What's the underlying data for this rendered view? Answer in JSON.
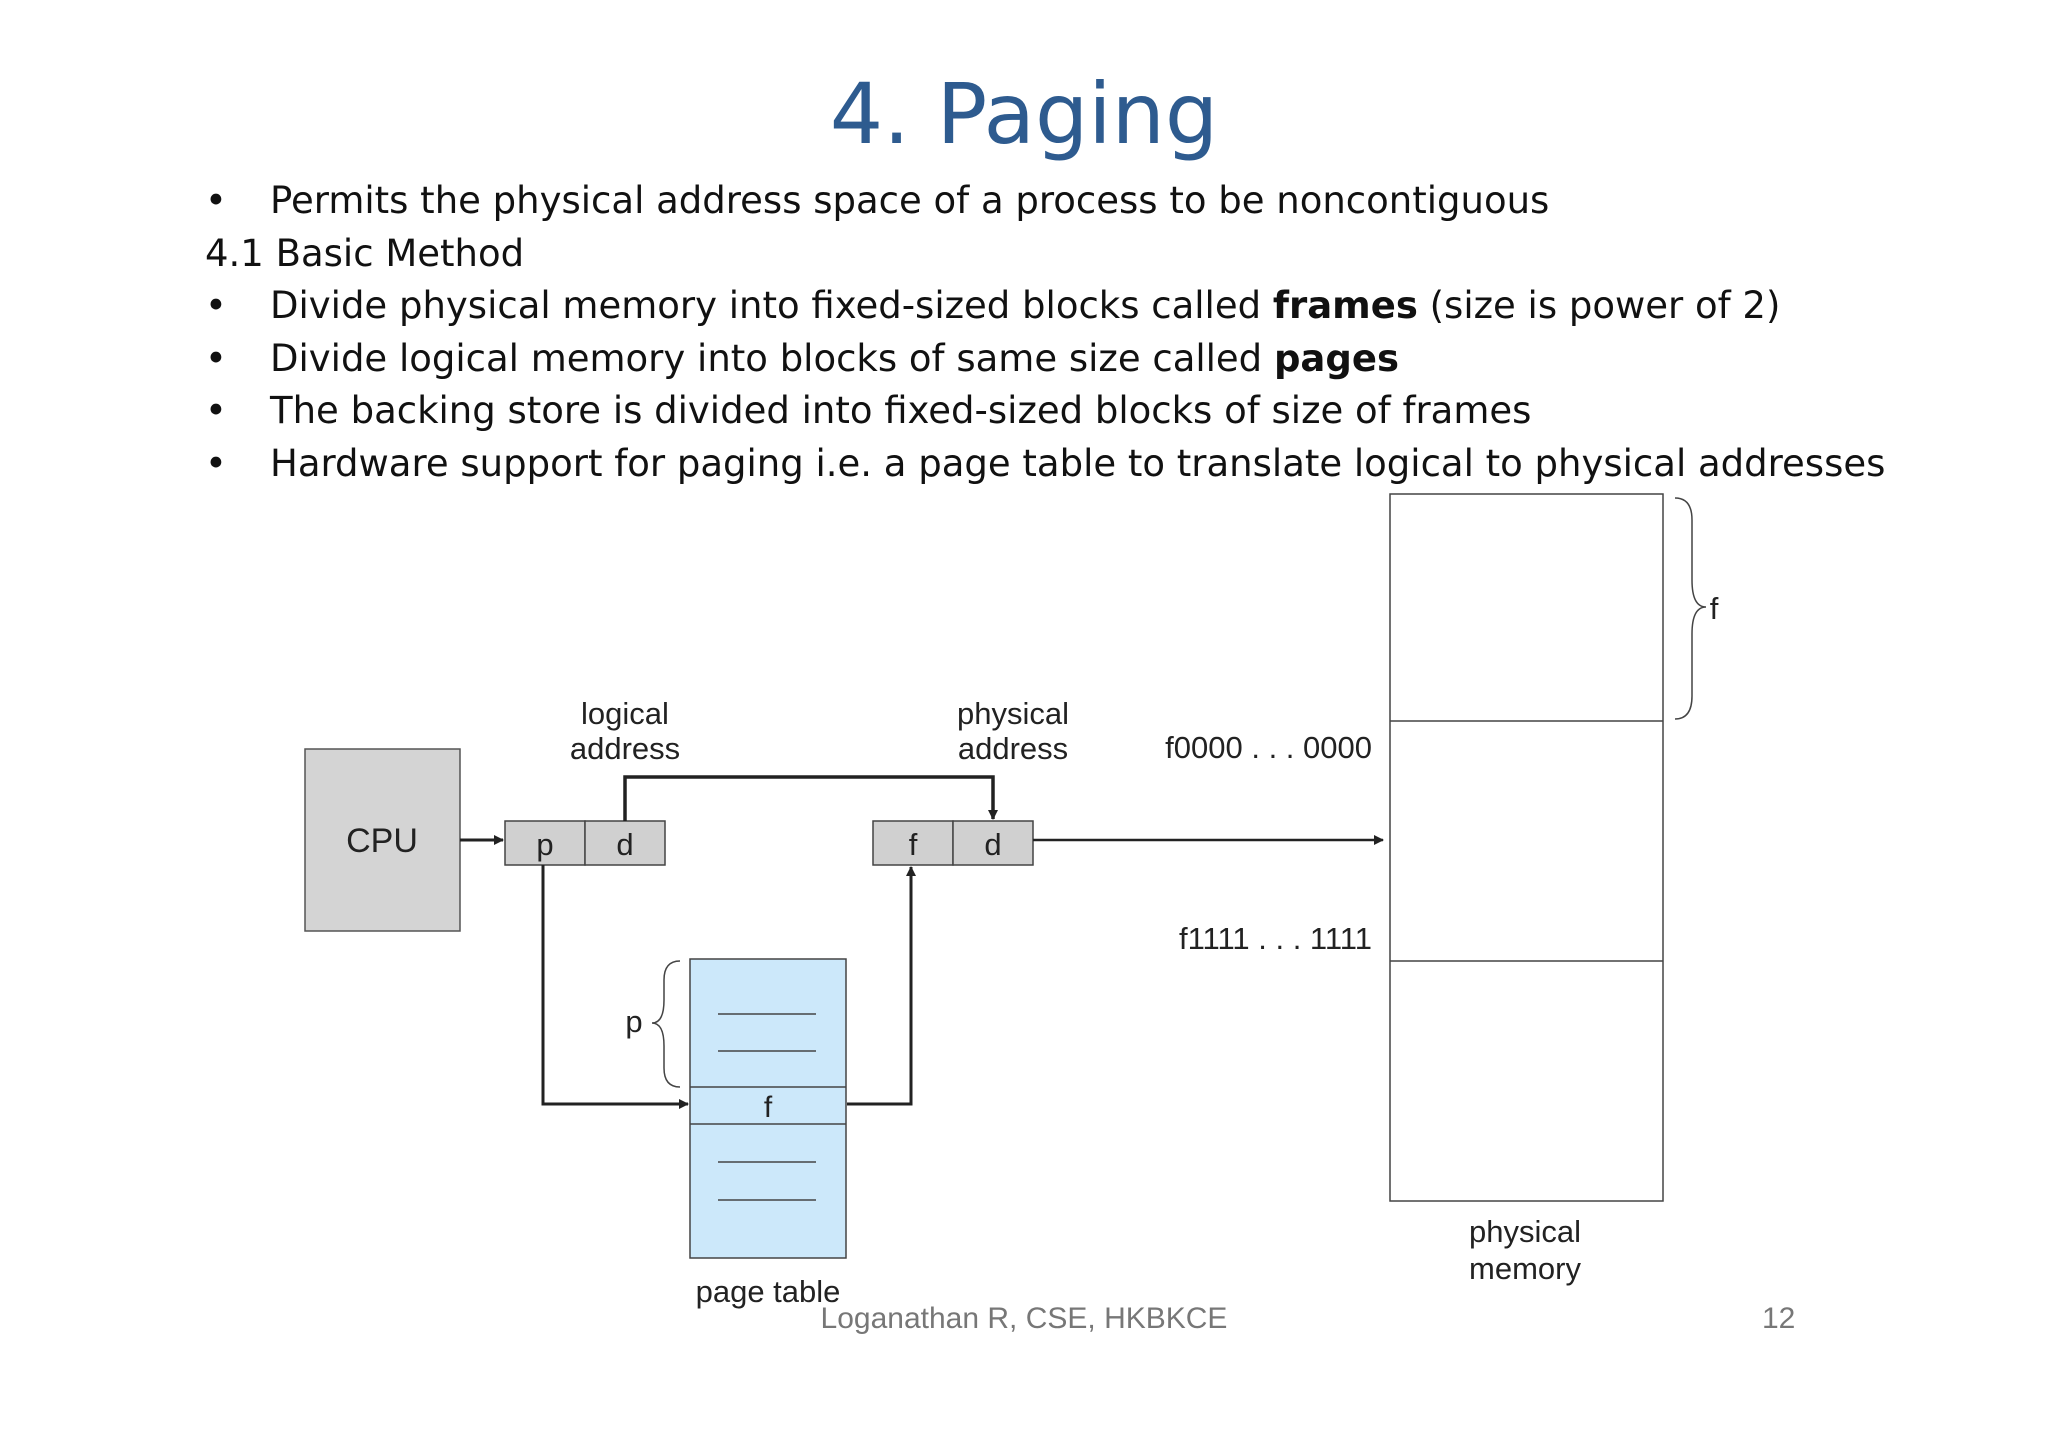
{
  "slide": {
    "title": "4. Paging",
    "bullet_symbol": "•",
    "line1": "Permits the physical address space of a process to be noncontiguous",
    "section_heading": "4.1 Basic Method",
    "line2_prefix": "Divide physical memory into fixed-sized blocks called ",
    "line2_bold": "frames",
    "line2_suffix": " (size is power of 2)",
    "line3_prefix": "Divide logical memory into blocks of same size called ",
    "line3_bold": "pages",
    "line4": "The backing store is divided into fixed-sized blocks of size of frames",
    "line5": "Hardware support for paging i.e. a page table to translate logical to physical addresses"
  },
  "diagram": {
    "cpu_label": "CPU",
    "logical_address_line1": "logical",
    "logical_address_line2": "address",
    "physical_address_line1": "physical",
    "physical_address_line2": "address",
    "logical_p": "p",
    "logical_d": "d",
    "physical_f": "f",
    "physical_d": "d",
    "addr_start": "f0000 . . . 0000",
    "addr_end": "f1111 . . . 1111",
    "frame_brace_label": "f",
    "page_brace_label": "p",
    "page_table_entry": "f",
    "page_table_label": "page table",
    "physical_memory_line1": "physical",
    "physical_memory_line2": "memory",
    "colors": {
      "cpu_fill": "#d4d4d4",
      "address_box_fill": "#d0d0d0",
      "page_table_fill": "#cce8fa",
      "line": "#222222"
    }
  },
  "footer": {
    "author": "Loganathan R, CSE, HKBKCE",
    "page_number": "12"
  }
}
